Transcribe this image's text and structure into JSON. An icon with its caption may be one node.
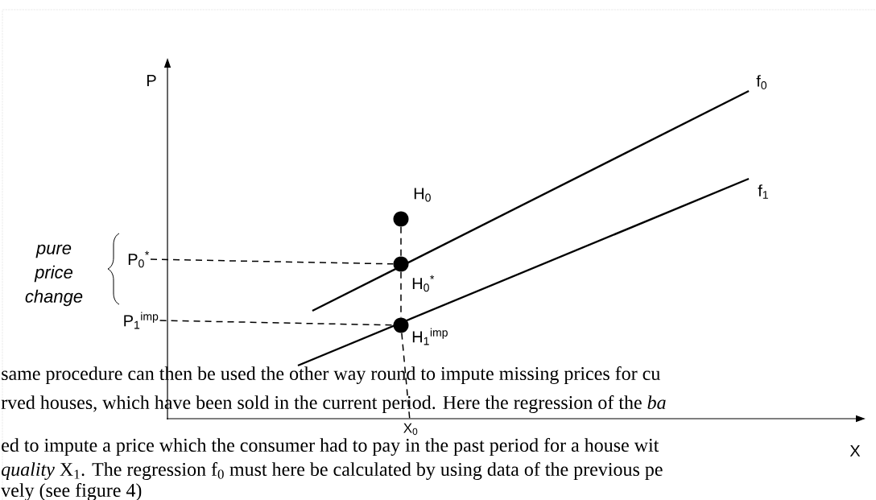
{
  "diagram": {
    "nodes": [
      {
        "text": [],
        "shape": "circle",
        "beside": [
          "H$_{0}$"
        ]
      },
      {
        "text": [],
        "shape": "circle",
        "beside": [
          "H$_{0}$$^{*}$"
        ]
      },
      {
        "text": [],
        "shape": "circle",
        "beside": [
          "H$_{1}$$^{imp}$"
        ]
      },
      {
        "text": [
          "P$_{0}$$^{*}$"
        ]
      },
      {
        "text": [
          "P$_{1}$$^{imp}$"
        ]
      },
      {
        "text": [
          "X$_{0}$"
        ]
      }
    ],
    "edges": [
      {
        "from": 0,
        "to": 1,
        "arrow": "none",
        "style": "dashed"
      },
      {
        "from": 1,
        "to": 2,
        "arrow": "none",
        "style": "dashed"
      },
      {
        "from": 2,
        "to": 5,
        "arrow": "none",
        "style": "dashed"
      },
      {
        "from": 3,
        "to": 1,
        "arrow": "none",
        "style": "dashed"
      },
      {
        "from": 4,
        "to": 2,
        "arrow": "none",
        "style": "dashed"
      }
    ],
    "labels": [
      "P",
      "X",
      "f$_{0}$",
      "f$_{1}$",
      "pure price change",
      "same procedure can then be used the other way round to impute missing prices for cu",
      "rved houses, which have been sold in the current period. Here the regression of the *ba*",
      "ed to impute a price which the consumer had to pay in the past period for a house wit",
      "*quality* X$_{1}$. The regression f$_{0}$ must here be calculated by using data of the previous pe",
      "vely (see figure 4)"
    ]
  }
}
